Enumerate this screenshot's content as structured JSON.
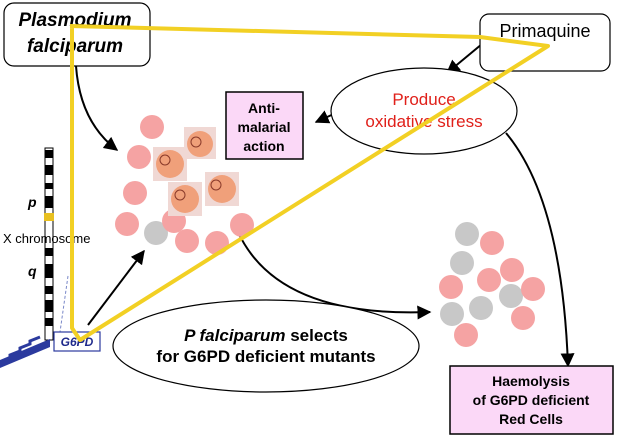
{
  "boxes": {
    "plasmodium_line1": "Plasmodium",
    "plasmodium_line2": "falciparum",
    "primaquine": "Primaquine",
    "oxidative_line1": "Produce",
    "oxidative_line2": "oxidative stress",
    "antimalarial_line1": "Anti-",
    "antimalarial_line2": "malarial",
    "antimalarial_line3": "action",
    "selects_line1_italic": "P falciparum",
    "selects_line1_rest": " selects",
    "selects_line2": "for G6PD deficient mutants",
    "haemolysis_line1": "Haemolysis",
    "haemolysis_line2": "of G6PD deficient",
    "haemolysis_line3": "Red Cells"
  },
  "chromosome": {
    "p_arm": "p",
    "label": "X chromosome",
    "q_arm": "q",
    "gene": "G6PD"
  },
  "colors": {
    "highlight_line": "#f2d024",
    "red_cell": "#f5a3a3",
    "infected_cell": "#f0a07a",
    "deficient_cell": "#c8c8c8",
    "callout_fill": "#fbd8f7",
    "stress_text": "#e0201a",
    "gene_text": "#1f2a8c"
  }
}
